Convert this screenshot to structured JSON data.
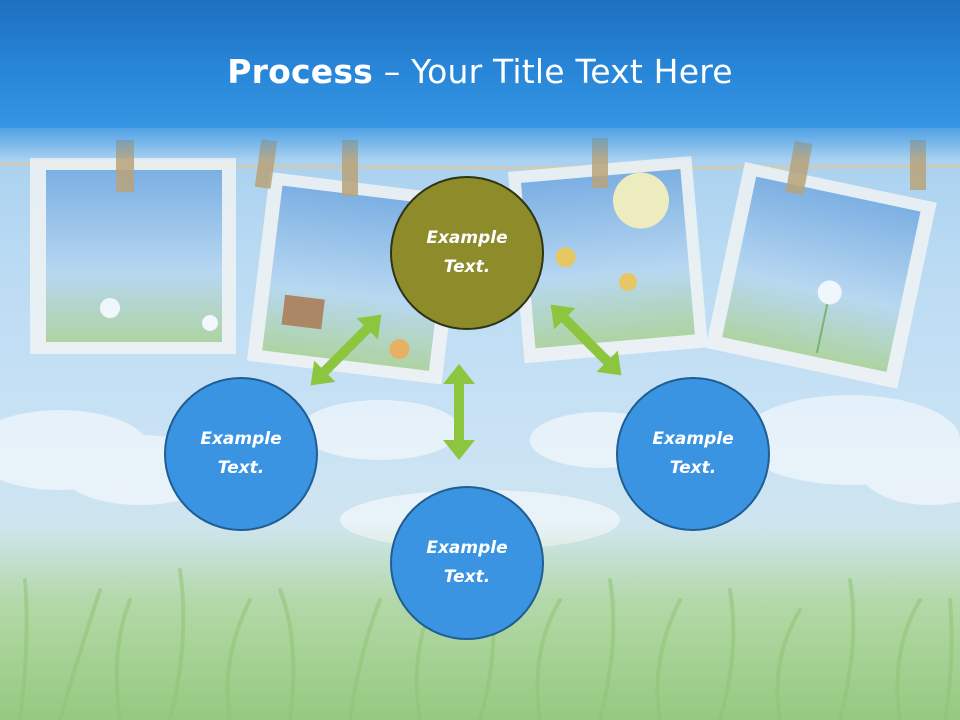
{
  "slide": {
    "title_bold": "Process",
    "title_rest": " – Your Title Text Here"
  },
  "diagram": {
    "nodes": [
      {
        "id": "top",
        "label_line1": "Example",
        "label_line2": "Text.",
        "color": "#8d8b2a"
      },
      {
        "id": "left",
        "label_line1": "Example",
        "label_line2": "Text.",
        "color": "#3a94e2"
      },
      {
        "id": "bottom",
        "label_line1": "Example",
        "label_line2": "Text.",
        "color": "#3a94e2"
      },
      {
        "id": "right",
        "label_line1": "Example",
        "label_line2": "Text.",
        "color": "#3a94e2"
      }
    ],
    "connectors": [
      {
        "from": "top",
        "to": "left",
        "type": "double-arrow",
        "color": "#8cc63f"
      },
      {
        "from": "top",
        "to": "bottom",
        "type": "double-arrow",
        "color": "#8cc63f"
      },
      {
        "from": "top",
        "to": "right",
        "type": "double-arrow",
        "color": "#8cc63f"
      }
    ]
  },
  "colors": {
    "header": "#2886d8",
    "node_blue": "#3a94e2",
    "node_olive": "#8d8b2a",
    "arrow_green": "#8cc63f"
  }
}
